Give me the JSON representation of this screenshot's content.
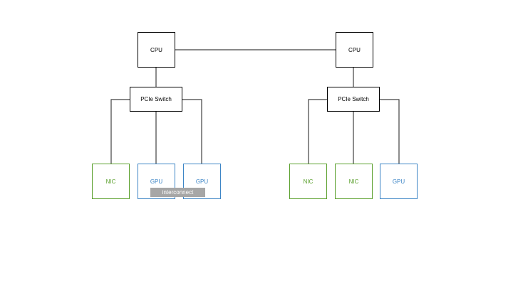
{
  "colors": {
    "line": "#404040",
    "box_border": "#000000",
    "nic": "#5aa02c",
    "gpu": "#3d85c6",
    "interconnect_bg": "#a6a6a6",
    "interconnect_text": "#ffffff"
  },
  "left_node": {
    "cpu_label": "CPU",
    "switch_label": "PCIe Switch",
    "devices": [
      "NIC",
      "GPU",
      "GPU"
    ]
  },
  "right_node": {
    "cpu_label": "CPU",
    "switch_label": "PCIe Switch",
    "devices": [
      "NIC",
      "NIC",
      "GPU"
    ]
  },
  "interconnect_label": "interconnect"
}
